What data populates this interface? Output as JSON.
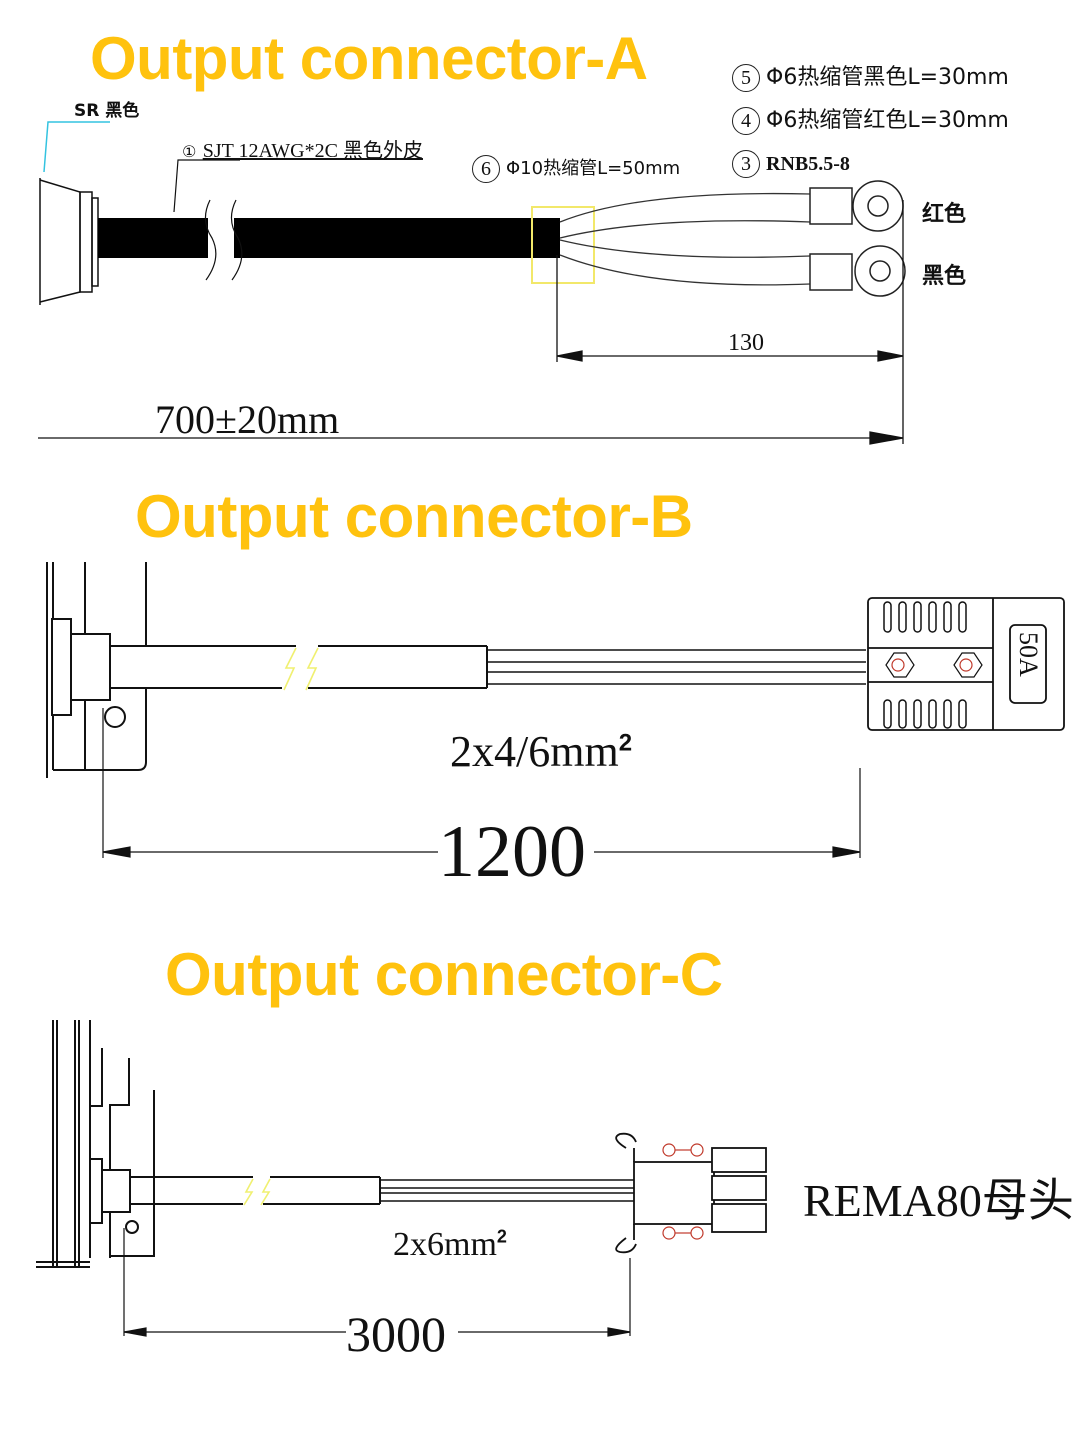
{
  "sections": {
    "a": {
      "title": "Output connector-A",
      "grommet_label": "SR 黑色",
      "cable_label": "SJT 12AWG*2C 黑色外皮",
      "cable_item": "①",
      "sleeve_item": "6",
      "sleeve_label": "Φ10热缩管L=50mm",
      "callouts": [
        {
          "num": "5",
          "text": "Φ6热缩管黑色L=30mm"
        },
        {
          "num": "4",
          "text": "Φ6热缩管红色L=30mm"
        },
        {
          "num": "3",
          "text": "RNB5.5-8"
        }
      ],
      "terminal_red_label": "红色",
      "terminal_black_label": "黑色",
      "dim_split": "130",
      "dim_total": "700±20mm"
    },
    "b": {
      "title": "Output connector-B",
      "wire_spec": "2x4/6mm",
      "wire_spec_sup": "2",
      "connector_rating": "50A",
      "dim_total": "1200"
    },
    "c": {
      "title": "Output connector-C",
      "wire_spec": "2x6mm",
      "wire_spec_sup": "2",
      "connector_label": "REMA80母头",
      "dim_total": "3000"
    }
  },
  "colors": {
    "heading": "#FFC20E",
    "line": "#111111",
    "leader_cyan": "#33C3E0",
    "sleeve_yellow": "#F2E86A",
    "break_yellow": "#F0F070",
    "screw_red": "#C0392B"
  }
}
